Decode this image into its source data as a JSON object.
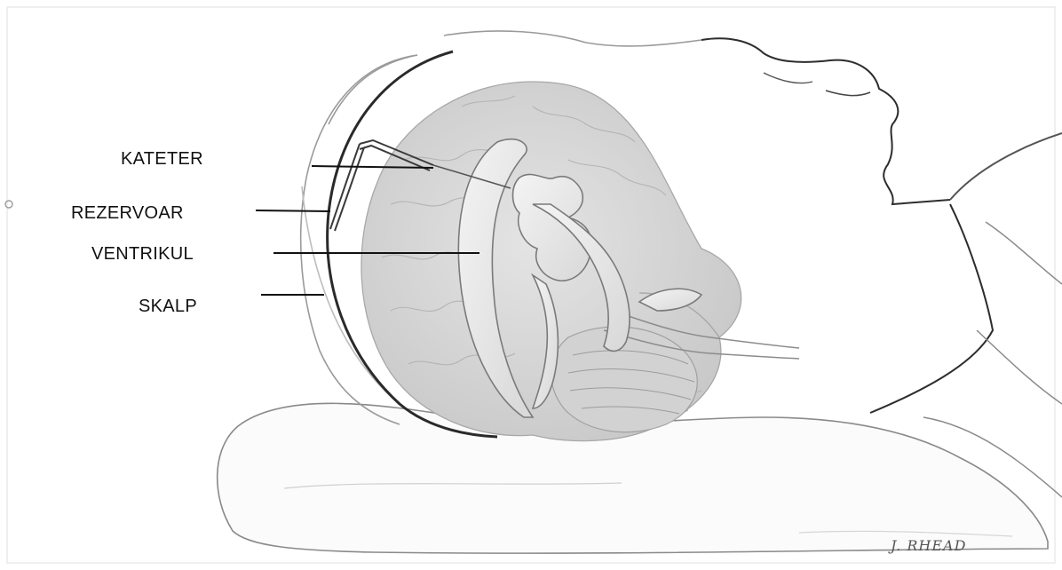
{
  "labels": {
    "catheter": "KATETER",
    "reservoir": "REZERVOAR",
    "ventricle": "VENTRIKUL",
    "scalp": "SKALP"
  },
  "signature": "J. RHEAD"
}
